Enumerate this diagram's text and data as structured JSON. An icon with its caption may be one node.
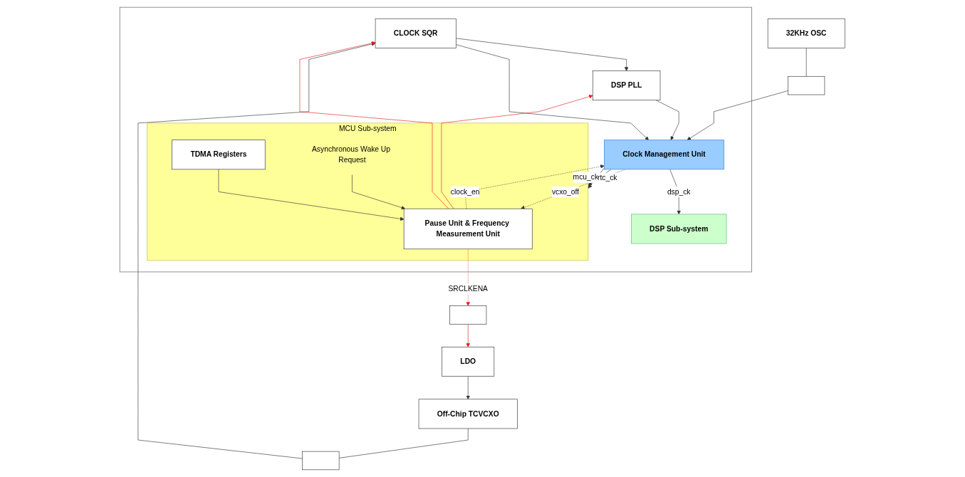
{
  "diagram": {
    "nodes": [
      {
        "text": [],
        "shape": "box"
      },
      {
        "text": [
          "Off-Chip TCVCXO"
        ]
      },
      {
        "text": [
          "LDO"
        ]
      },
      {
        "text": [
          "32KHz OSC"
        ]
      },
      {
        "text": [],
        "shape": "box"
      },
      {
        "text": [],
        "shape": "box"
      },
      {
        "text": [],
        "shape": "box"
      },
      {
        "text": [
          "CLOCK SQR"
        ],
        "in": 0
      },
      {
        "text": [
          "DSP PLL"
        ],
        "in": 0
      },
      {
        "text": [
          "Clock Management Unit"
        ],
        "in": 0
      },
      {
        "text": [
          "DSP Sub-system"
        ],
        "in": 0
      },
      {
        "text": [
          "MCU Sub-system"
        ],
        "in": 0
      },
      {
        "text": [
          "Pause Unit & Frequency Measurement Unit"
        ],
        "in": 11
      },
      {
        "text": [
          "TDMA Registers"
        ],
        "in": 11
      },
      {
        "text": [
          "Asynchronous Wake Up Request"
        ],
        "in": 11
      }
    ],
    "edges": [
      {
        "from": 2,
        "to": 1,
        "arrow": "to"
      },
      {
        "from": 1,
        "to": 4,
        "arrow": "none"
      },
      {
        "from": 4,
        "to": 7,
        "arrow": "to"
      },
      {
        "from": 7,
        "to": 8,
        "arrow": "to"
      },
      {
        "from": 7,
        "to": 9,
        "arrow": "to"
      },
      {
        "from": 8,
        "to": 9,
        "arrow": "to"
      },
      {
        "from": 3,
        "to": 5,
        "arrow": "none"
      },
      {
        "from": 5,
        "to": 9,
        "arrow": "to"
      },
      {
        "from": 9,
        "to": 11,
        "label": "mcu_ck",
        "arrow": "to"
      },
      {
        "from": 9,
        "to": 11,
        "label": "rtc_ck",
        "arrow": "to"
      },
      {
        "from": 9,
        "to": 12,
        "label": "vcxo_off",
        "arrow": "to",
        "style": "dashed"
      },
      {
        "from": 12,
        "to": 9,
        "label": "clock_en",
        "arrow": "to",
        "style": "dashed"
      },
      {
        "from": 9,
        "to": 10,
        "label": "dsp_ck",
        "arrow": "to"
      },
      {
        "from": 12,
        "to": 6,
        "label": "SRCLKENA",
        "arrow": "to",
        "style": "dashed",
        "color": "#e02020"
      },
      {
        "from": 6,
        "to": 2,
        "arrow": "to",
        "color": "#e02020"
      },
      {
        "from": 12,
        "to": 7,
        "arrow": "to",
        "color": "#e02020"
      },
      {
        "from": 12,
        "to": 8,
        "arrow": "to",
        "color": "#e02020"
      },
      {
        "from": 13,
        "to": 12,
        "arrow": "to"
      },
      {
        "from": 14,
        "to": 12,
        "arrow": "to"
      }
    ]
  }
}
